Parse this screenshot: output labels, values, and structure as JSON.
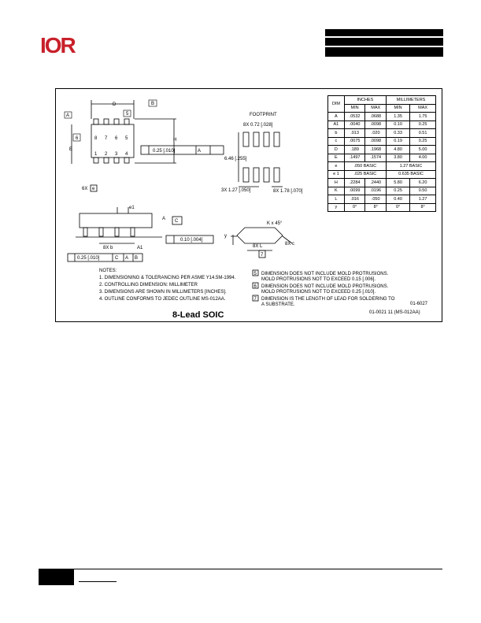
{
  "brand": {
    "logo": "IOR",
    "color": "#c8202a"
  },
  "drawing": {
    "title": "8-Lead SOIC",
    "part_code": "01-6027",
    "part_ref": "01-0021 11 (MS-012AA)",
    "labels": {
      "A_box": "A",
      "B_box": "B",
      "C_box": "C",
      "D": "D",
      "H": "H",
      "E": "E",
      "e": "e",
      "five": "5",
      "six": "6",
      "seven": "7",
      "pins_top": [
        "8",
        "7",
        "6",
        "5"
      ],
      "pins_bottom": [
        "1",
        "2",
        "3",
        "4"
      ],
      "sixx_e": "6X",
      "e1": "e1",
      "eightx_b": "8X b",
      "A1": "A1",
      "A": "A",
      "footprint": "FOOTPRINT",
      "fp_8x072": "8X 0.72 [.028]",
      "fp_656": "6.46 [.255]",
      "fp_3x127": "3X 1.27 [.050]",
      "fp_8x178": "8X 1.78 [.070]",
      "kx45": "K x 45°",
      "y": "y",
      "eightx_L": "8X L",
      "eightx_c": "8X c",
      "seven_box": "7"
    },
    "tolerances": {
      "pos1": "0.25 [.010]",
      "flat": "0.10 [.004]",
      "pos2": "0.25 [.010]"
    },
    "table": {
      "header": [
        "DIM",
        "INCHES",
        "MILLIMETERS"
      ],
      "subheader": [
        "MIN",
        "MAX",
        "MIN",
        "MAX"
      ],
      "rows": [
        [
          "A",
          ".0532",
          ".0688",
          "1.35",
          "1.75"
        ],
        [
          "A1",
          ".0040",
          ".0098",
          "0.10",
          "0.25"
        ],
        [
          "b",
          ".013",
          ".020",
          "0.33",
          "0.51"
        ],
        [
          "c",
          ".0075",
          ".0098",
          "0.19",
          "0.25"
        ],
        [
          "D",
          ".189",
          ".1968",
          "4.80",
          "5.00"
        ],
        [
          "E",
          ".1497",
          ".1574",
          "3.80",
          "4.00"
        ],
        [
          "e",
          ".050 BASIC",
          "",
          "1.27 BASIC",
          ""
        ],
        [
          "e 1",
          ".025 BASIC",
          "",
          "0.635 BASIC",
          ""
        ],
        [
          "H",
          ".2284",
          ".2440",
          "5.80",
          "6.20"
        ],
        [
          "K",
          ".0099",
          ".0196",
          "0.25",
          "0.50"
        ],
        [
          "L",
          ".016",
          ".050",
          "0.40",
          "1.27"
        ],
        [
          "y",
          "0°",
          "8°",
          "0°",
          "8°"
        ]
      ]
    },
    "notes": {
      "heading": "NOTES:",
      "items": [
        "1. DIMENSIONING & TOLERANCING PER ASME Y14.5M-1994.",
        "2. CONTROLLING DIMENSION: MILLIMETER",
        "3. DIMENSIONS ARE SHOWN IN MILLIMETERS [INCHES].",
        "4. OUTLINE CONFORMS TO JEDEC OUTLINE MS-012AA."
      ],
      "items_right": [
        [
          "5",
          "DIMENSION DOES NOT INCLUDE MOLD PROTRUSIONS.",
          "MOLD PROTRUSIONS NOT TO EXCEED 0.15 [.006]."
        ],
        [
          "6",
          "DIMENSION DOES NOT INCLUDE MOLD PROTRUSIONS.",
          "MOLD PROTRUSIONS NOT TO EXCEED 0.25 [.010]."
        ],
        [
          "7",
          "DIMENSION IS THE LENGTH OF LEAD FOR SOLDERING TO",
          "A SUBSTRATE."
        ]
      ]
    }
  }
}
